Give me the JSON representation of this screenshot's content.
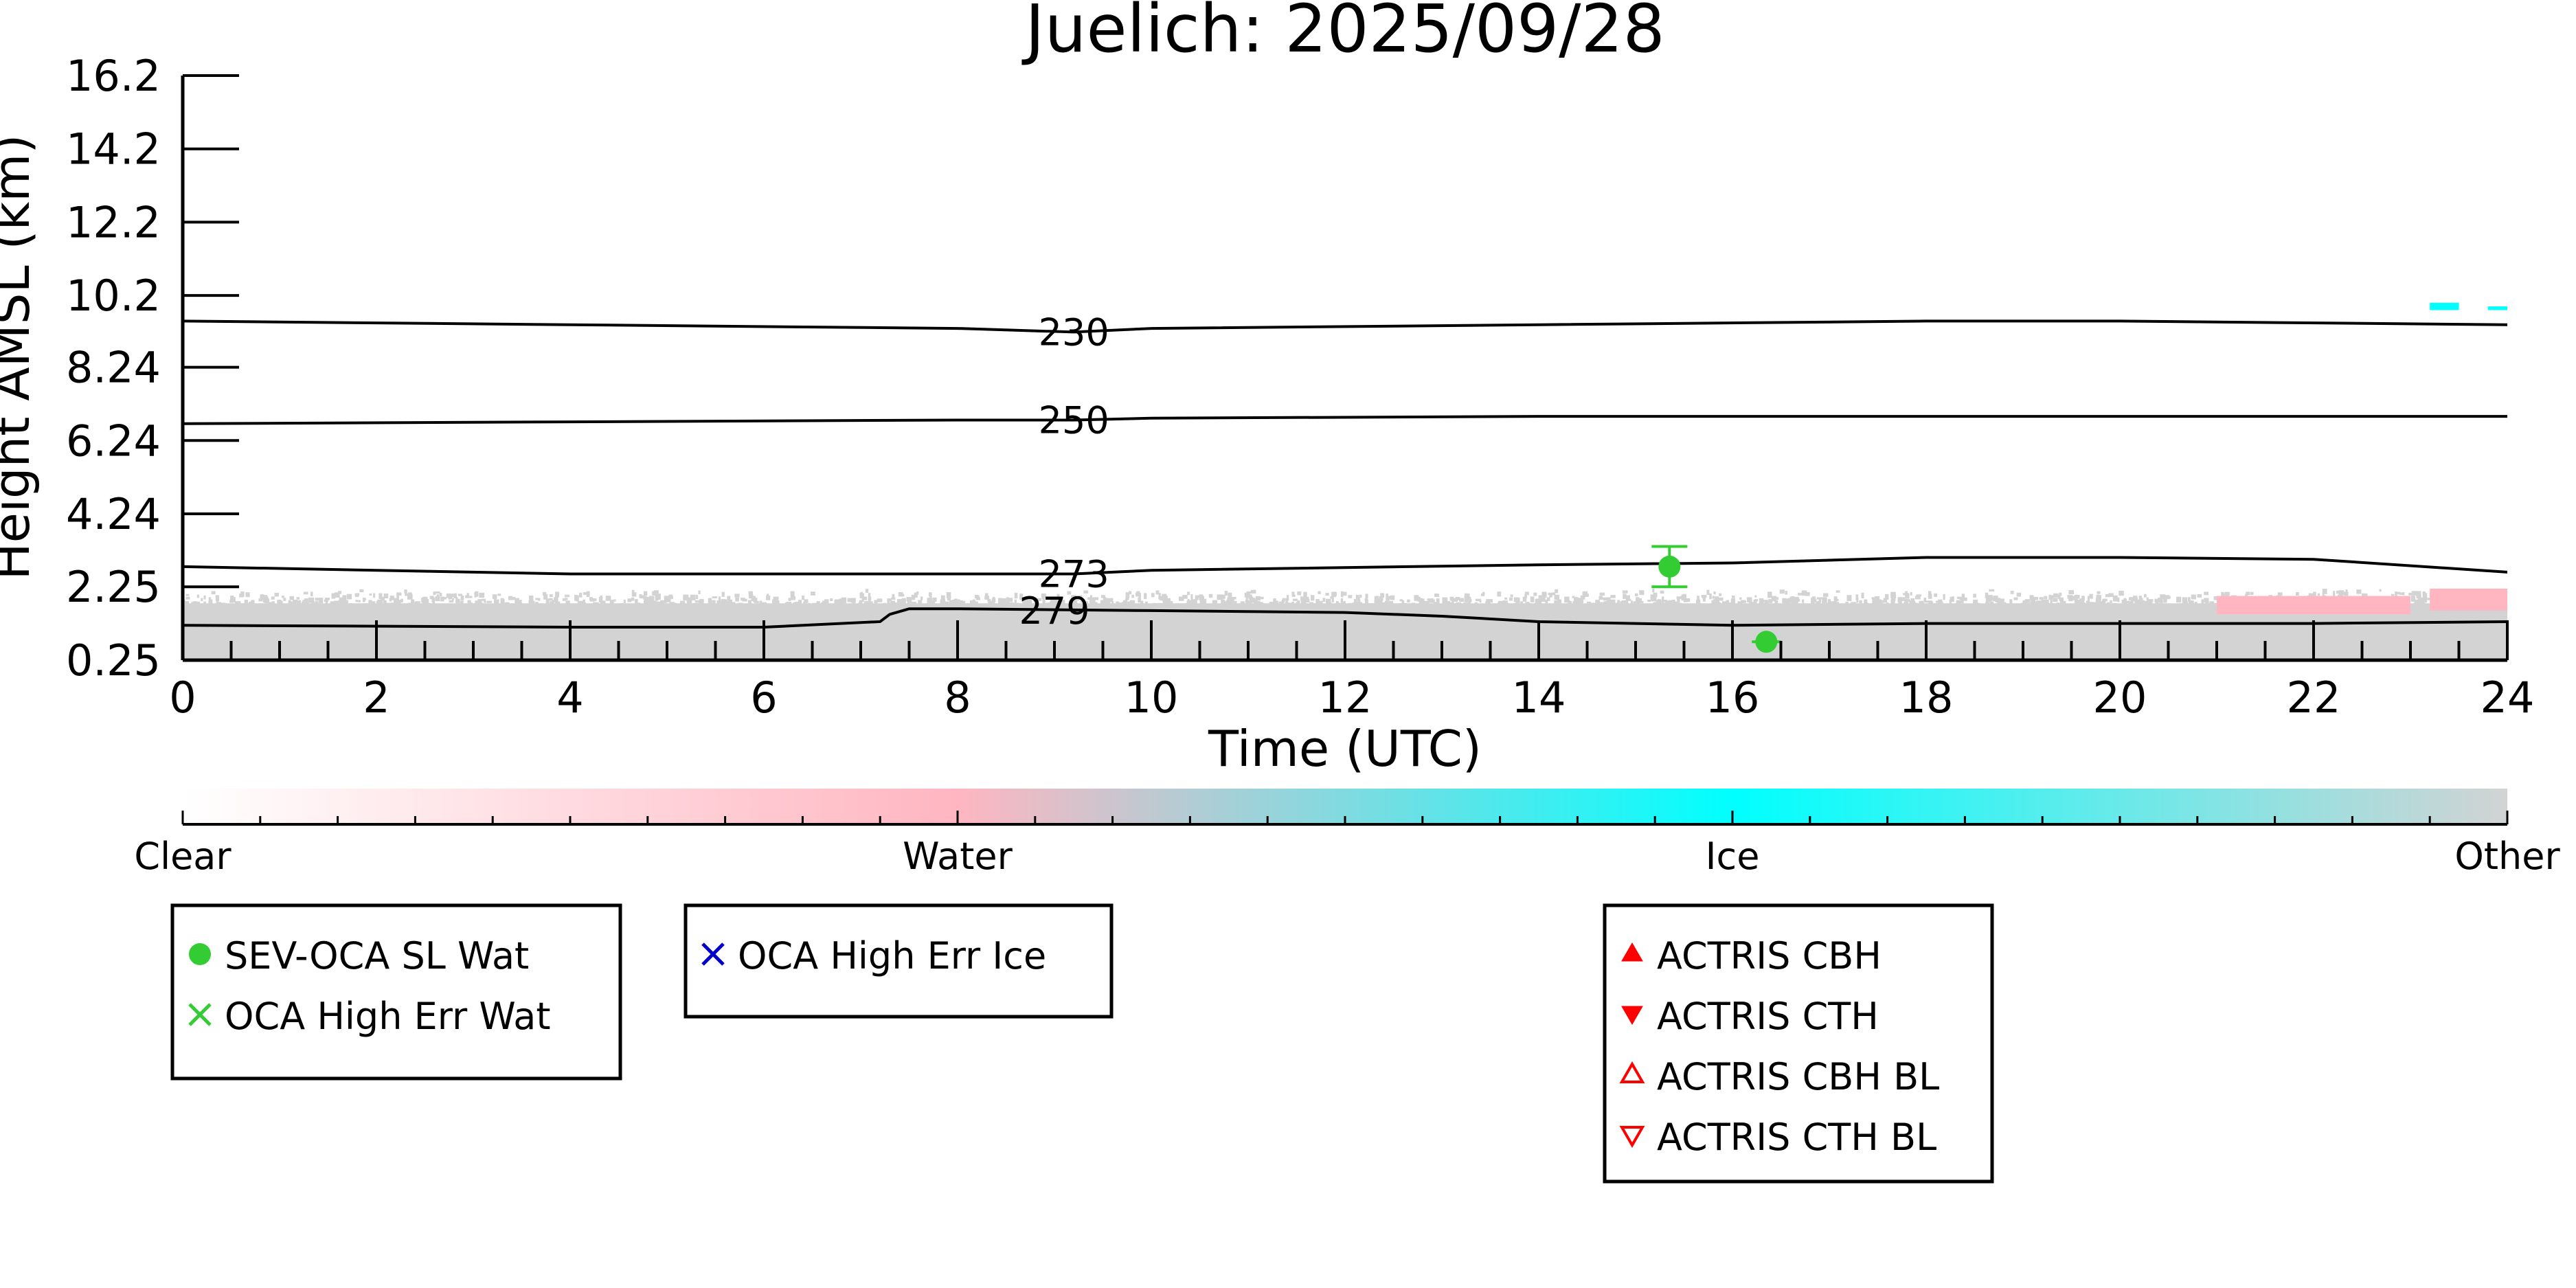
{
  "chart_data": {
    "type": "heatmap",
    "title": "Juelich: 2025/09/28",
    "xlabel": "Time (UTC)",
    "ylabel": "Height AMSL (km)",
    "xlim": [
      0,
      24
    ],
    "ylim": [
      0.25,
      16.2
    ],
    "x_ticks": [
      0,
      2,
      4,
      6,
      8,
      10,
      12,
      14,
      16,
      18,
      20,
      22,
      24
    ],
    "x_tick_labels": [
      "0",
      "2",
      "4",
      "6",
      "8",
      "10",
      "12",
      "14",
      "16",
      "18",
      "20",
      "22",
      "24"
    ],
    "y_ticks": [
      0.25,
      2.25,
      4.24,
      6.24,
      8.24,
      10.2,
      12.2,
      14.2,
      16.2
    ],
    "y_tick_labels": [
      "0.25",
      "2.25",
      "4.24",
      "6.24",
      "8.24",
      "10.2",
      "12.2",
      "14.2",
      "16.2"
    ],
    "colorbar": {
      "labels": [
        "Clear",
        "Water",
        "Ice",
        "Other"
      ],
      "colors": [
        "#ffffff",
        "#ffb6c1",
        "#00ffff",
        "#d3d3d3"
      ]
    },
    "classification_regions": [
      {
        "class": "Other",
        "color": "#d3d3d3",
        "x": [
          0,
          24
        ],
        "y": [
          0.25,
          1.8
        ]
      },
      {
        "class": "Other",
        "color": "#d3d3d3",
        "x": [
          0,
          24
        ],
        "y": [
          1.8,
          2.2
        ],
        "scattered": true
      },
      {
        "class": "Water",
        "color": "#ffb6c1",
        "x": [
          21,
          23
        ],
        "y": [
          1.5,
          2.0
        ]
      },
      {
        "class": "Water",
        "color": "#ffb6c1",
        "x": [
          23.2,
          24
        ],
        "y": [
          1.6,
          2.2
        ]
      },
      {
        "class": "Ice",
        "color": "#00ffff",
        "x": [
          23.2,
          23.5
        ],
        "y": [
          9.8,
          10.0
        ]
      },
      {
        "class": "Ice",
        "color": "#00ffff",
        "x": [
          23.8,
          24
        ],
        "y": [
          9.8,
          9.9
        ]
      }
    ],
    "temperature_contours": [
      {
        "label": "230",
        "x": [
          0,
          4,
          8,
          9.2,
          10,
          14,
          18,
          20,
          24
        ],
        "y": [
          9.5,
          9.4,
          9.3,
          9.2,
          9.3,
          9.4,
          9.5,
          9.5,
          9.4
        ]
      },
      {
        "label": "250",
        "x": [
          0,
          4,
          8,
          9.2,
          10,
          14,
          18,
          24
        ],
        "y": [
          6.7,
          6.75,
          6.8,
          6.8,
          6.85,
          6.9,
          6.9,
          6.9
        ]
      },
      {
        "label": "273",
        "x": [
          0,
          4,
          8,
          9.2,
          10,
          14,
          16,
          18,
          20,
          22,
          24
        ],
        "y": [
          2.8,
          2.6,
          2.6,
          2.6,
          2.7,
          2.85,
          2.9,
          3.05,
          3.05,
          3.0,
          2.65
        ]
      },
      {
        "label": "279",
        "x": [
          0,
          4,
          6,
          7.2,
          7.3,
          7.5,
          8,
          10,
          12,
          13,
          14,
          16,
          18,
          20,
          22,
          24
        ],
        "y": [
          1.2,
          1.15,
          1.15,
          1.3,
          1.5,
          1.65,
          1.65,
          1.6,
          1.55,
          1.45,
          1.3,
          1.2,
          1.25,
          1.25,
          1.25,
          1.3
        ]
      }
    ],
    "series": [
      {
        "name": "SEV-OCA SL Wat",
        "marker": "circle",
        "color": "#33cc33",
        "points": [
          {
            "x": 15.35,
            "y": 2.8,
            "yerr": 0.55
          },
          {
            "x": 16.35,
            "y": 0.75,
            "xerr": 0.15
          }
        ]
      },
      {
        "name": "OCA High Err Wat",
        "marker": "x",
        "color": "#33cc33",
        "points": []
      },
      {
        "name": "OCA High Err Ice",
        "marker": "x",
        "color": "#0000cc",
        "points": []
      },
      {
        "name": "ACTRIS CBH",
        "marker": "triangle-up",
        "color": "#ff0000",
        "points": []
      },
      {
        "name": "ACTRIS CTH",
        "marker": "triangle-down",
        "color": "#ff0000",
        "points": []
      },
      {
        "name": "ACTRIS CBH BL",
        "marker": "triangle-up-open",
        "color": "#ff0000",
        "points": []
      },
      {
        "name": "ACTRIS CTH BL",
        "marker": "triangle-down-open",
        "color": "#ff0000",
        "points": []
      }
    ],
    "legends": [
      {
        "entries": [
          "SEV-OCA SL Wat",
          "OCA High Err Wat"
        ],
        "placement": "bottom-left"
      },
      {
        "entries": [
          "OCA High Err Ice"
        ],
        "placement": "bottom-left-center"
      },
      {
        "entries": [
          "ACTRIS CBH",
          "ACTRIS CTH",
          "ACTRIS CBH BL",
          "ACTRIS CTH BL"
        ],
        "placement": "bottom-center-right"
      }
    ]
  }
}
